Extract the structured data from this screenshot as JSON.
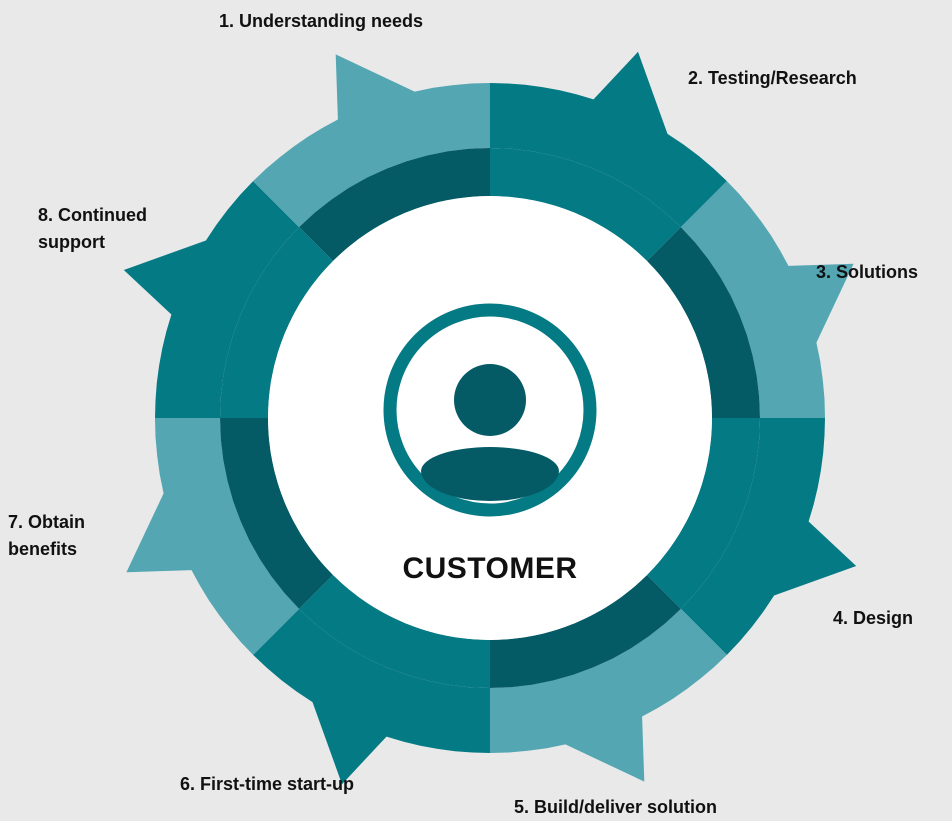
{
  "center": {
    "title": "CUSTOMER",
    "icon": "user-icon"
  },
  "steps": [
    {
      "label": "1. Understanding needs"
    },
    {
      "label": "2. Testing/Research"
    },
    {
      "label": "3. Solutions"
    },
    {
      "label": "4. Design"
    },
    {
      "label": "5. Build/deliver solution"
    },
    {
      "label": "6. First-time start-up"
    },
    {
      "label": "7. Obtain benefits",
      "lines": [
        "7. Obtain",
        "benefits"
      ]
    },
    {
      "label": "8. Continued support",
      "lines": [
        "8. Continued",
        "support"
      ]
    }
  ],
  "colors": {
    "background": "#e9e9e9",
    "light_teal": "#53a6b2",
    "teal": "#047a84",
    "dark_teal": "#045b66",
    "center": "#ffffff"
  }
}
